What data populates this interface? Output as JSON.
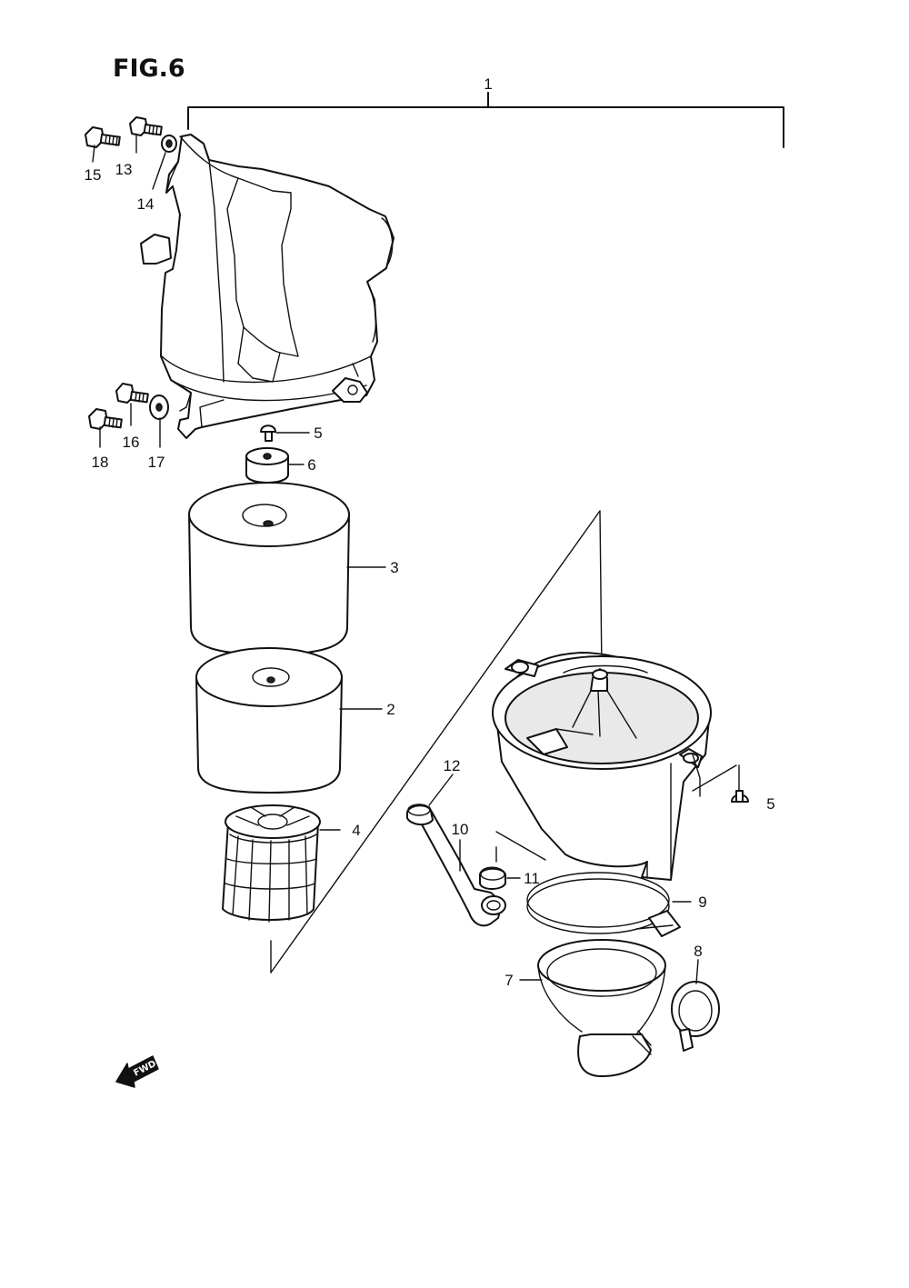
{
  "figure": {
    "title": "FIG.6",
    "direction_badge": "FWD"
  },
  "parts": [
    {
      "id": "p1",
      "number": "1"
    },
    {
      "id": "p15",
      "number": "15"
    },
    {
      "id": "p13",
      "number": "13"
    },
    {
      "id": "p14",
      "number": "14"
    },
    {
      "id": "p18",
      "number": "18"
    },
    {
      "id": "p16",
      "number": "16"
    },
    {
      "id": "p17",
      "number": "17"
    },
    {
      "id": "p5a",
      "number": "5"
    },
    {
      "id": "p6",
      "number": "6"
    },
    {
      "id": "p3",
      "number": "3"
    },
    {
      "id": "p2",
      "number": "2"
    },
    {
      "id": "p4",
      "number": "4"
    },
    {
      "id": "p12",
      "number": "12"
    },
    {
      "id": "p10",
      "number": "10"
    },
    {
      "id": "p11",
      "number": "11"
    },
    {
      "id": "p5b",
      "number": "5"
    },
    {
      "id": "p9",
      "number": "9"
    },
    {
      "id": "p8",
      "number": "8"
    },
    {
      "id": "p7",
      "number": "7"
    }
  ]
}
